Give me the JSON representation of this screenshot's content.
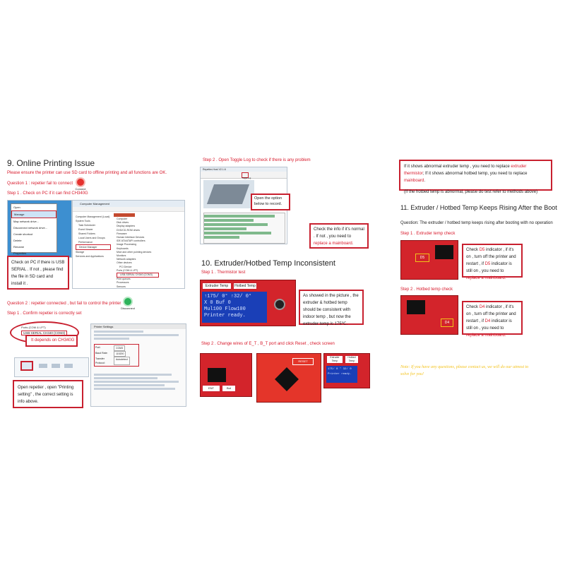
{
  "col1": {
    "title": "9. Online Printing Issue",
    "intro": "Please ensure the printer can use SD card to offline printing and all functions are OK.",
    "q1": "Question 1 : repetier fail to connect",
    "connect_btn": "Connect",
    "step1": "Step 1 . Check on PC if it can find CH340G",
    "devmgr_title": "Computer Management",
    "ctx_items": [
      "Open",
      "Manage",
      "Map network drive...",
      "Disconnect network drive...",
      "Create shortcut",
      "Delete",
      "Rename",
      "Properties"
    ],
    "tree_items": [
      "Computer Management (Local)",
      "System Tools",
      "Task Scheduler",
      "Event Viewer",
      "Shared Folders",
      "Local Users and Groups",
      "Performance",
      "Device Manager",
      "Storage",
      "Services and Applications"
    ],
    "dev_items": [
      "Computer",
      "Disk drives",
      "Display adapters",
      "DVD/CD-ROM drives",
      "Firmware",
      "Human Interface Devices",
      "IDE ATA/ATAPI controllers",
      "Image Processing",
      "Keyboards",
      "Mice and other pointing devices",
      "Monitors",
      "Network adapters",
      "Other devices",
      "PCI Device",
      "Ports (COM & LPT)",
      "USB-SERIAL CH340 (COM3)",
      "Print queues",
      "Processors",
      "Sensors"
    ],
    "device_manager_label": "Device Manager",
    "manage_label": "Manage",
    "usb_serial_label": "USB-SERIAL CH340 (COM3)",
    "note1": "Check on PC if there is USB SERIAL . If not , please find the file in SD card and install it .",
    "q2": "Question 2 : repetier connected , but fail to control the printer",
    "disconnect_btn": "Disconnect",
    "step1b": "Step 1 . Confirm repetier is correctly set",
    "ports_label": "Ports (COM & LPT)",
    "usb_serial_label2": "USB-SERIAL CH340 (COM3)",
    "depends_note": "It depends on CH340G",
    "settings_title": "Printer Settings",
    "settings_fields": [
      {
        "label": "Port:",
        "value": "COM3"
      },
      {
        "label": "Baud Rate:",
        "value": "115200"
      },
      {
        "label": "Transfer Protocol:",
        "value": "Autodetect"
      }
    ],
    "note2": "Open repetier , open \"Printing setting\" , the correct setting is info above."
  },
  "col2": {
    "step2": "Step 2 . Open Toggle Log to check if there is any problem",
    "app_title": "Repetier-Host V2.1.6",
    "toggle_log": "Toggle Log",
    "open_option_note": "Open the option below to record.",
    "log_note": "Check the info if it's normal . If not , you need to replace a mainboard.",
    "log_note_pre": "Check the info if it's normal . If not , you need to",
    "log_note_red": "replace a mainboard.",
    "title10": "10. Extruder/Hotbed Temp Inconsistent",
    "step1": "Step 1 . Thermistor test",
    "extruder_temp": "Extruder Temp",
    "hotbed_temp": "Hotbed Temp",
    "lcd_lines": [
      "↑175/ 0° ↑32/ 0°",
      "X  0   Buf  0",
      "Mul100    Flow100",
      "Printer ready."
    ],
    "lcd_lines_small": [
      "175/ 0 ° 32/ 0",
      "Printer ready."
    ],
    "temp_note": "As showed in the picture , the extruder & hotbed temp should be consistent with indoor temp , but now the extruder temp is 175℃.",
    "step2b": "Step 2 . Change wires of E_T , B_T port and click Reset , check screen",
    "ent_label": "ENT",
    "bot_label": "Bot",
    "reset_label": "RESET",
    "ext_temp_small": "Extruder Temp",
    "hotbed_temp_small": "Hotbed Temp"
  },
  "col3": {
    "top_note_pre1": "If it shows abnormal extruder temp , you need to replace ",
    "top_note_red1": "extruder thermistor",
    "top_note_mid": "; If it shows abnormal hotbed temp, you need to replace ",
    "top_note_red2": "mainboard",
    "top_note_end": ".",
    "top_note_2": "(If the hotbed temp is abnormal, please do test refer to methods above)",
    "title11": "11. Extruder / Hotbed Temp Keeps Rising After the Boot",
    "question": "Question: The extruder / hotbed temp keeps rising after booting with no operation",
    "step1": "Step 1 . Extruder temp check",
    "d5_label": "D5",
    "d5_note_pre": "Check ",
    "d5_note_d": "D5",
    "d5_note_mid": " indicator , if it's on , turn off the printer and restart , if ",
    "d5_note_d2": "D5",
    "d5_note_mid2": " indicator is still on , you need to ",
    "d5_note_red": "replace a mainboard.",
    "step2": "Step 2 . Hotbed temp check",
    "d4_label": "D4",
    "d4_note_pre": "Check ",
    "d4_note_d": "D4",
    "d4_note_mid": " indicator , if it's on , turn off the printer and restart , if ",
    "d4_note_d2": "D4",
    "d4_note_mid2": " indicator is still on , you need to ",
    "d4_note_red": "replace a mainboard.",
    "footer_note": "Note: If you have any questions, please contact us, we will do our utmost to solve for you!"
  }
}
